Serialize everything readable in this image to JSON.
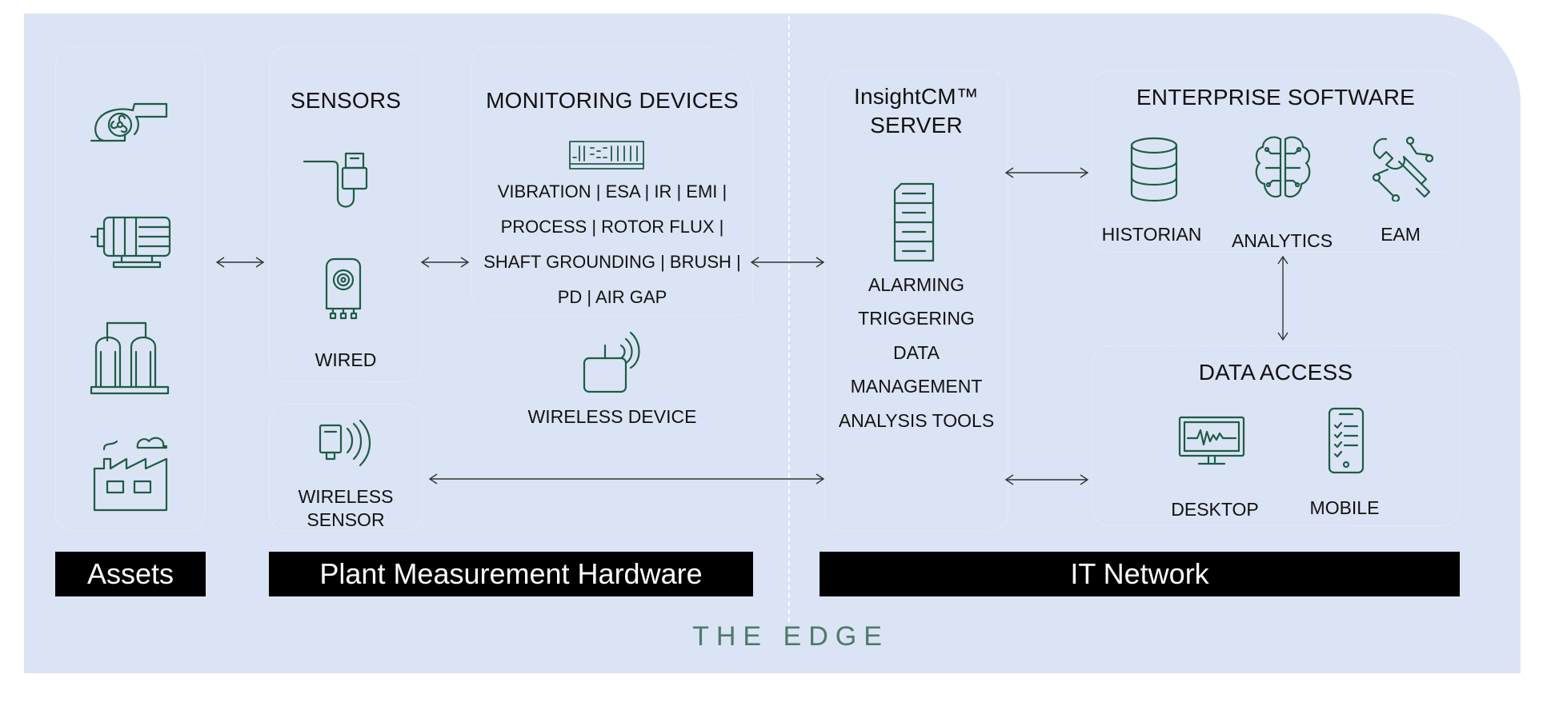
{
  "columns": {
    "sensors": {
      "title": "SENSORS",
      "wired_label": "WIRED",
      "wireless_label_1": "WIRELESS",
      "wireless_label_2": "SENSOR"
    },
    "monitoring": {
      "title": "MONITORING DEVICES",
      "lines": [
        "VIBRATION | ESA | IR | EMI |",
        "PROCESS | ROTOR FLUX |",
        "SHAFT GROUNDING | BRUSH |",
        "PD | AIR GAP"
      ],
      "wireless_label": "WIRELESS DEVICE"
    },
    "server": {
      "title_1": "InsightCM™",
      "title_2": "SERVER",
      "features": [
        "ALARMING",
        "TRIGGERING",
        "DATA",
        "MANAGEMENT",
        "ANALYSIS TOOLS"
      ]
    },
    "enterprise": {
      "title": "ENTERPRISE SOFTWARE",
      "items": [
        "HISTORIAN",
        "ANALYTICS",
        "EAM"
      ]
    },
    "data_access": {
      "title": "DATA ACCESS",
      "items": [
        "DESKTOP",
        "MOBILE"
      ]
    }
  },
  "bars": {
    "assets": "Assets",
    "hardware": "Plant Measurement Hardware",
    "network": "IT Network"
  },
  "edge_label": "THE EDGE",
  "icons": [
    "fan-icon",
    "motor-icon",
    "tanks-icon",
    "factory-icon",
    "wired-sensor-icon",
    "wired-probe-icon",
    "wireless-sensor-icon",
    "daq-chassis-icon",
    "wireless-device-icon",
    "server-icon",
    "database-icon",
    "brain-icon",
    "tools-icon",
    "desktop-monitor-icon",
    "mobile-phone-icon"
  ],
  "colors": {
    "panel": "#dbe4f4",
    "icon_stroke": "#1e5b46",
    "bar": "#000000",
    "edge_text": "#4e7a6c"
  }
}
